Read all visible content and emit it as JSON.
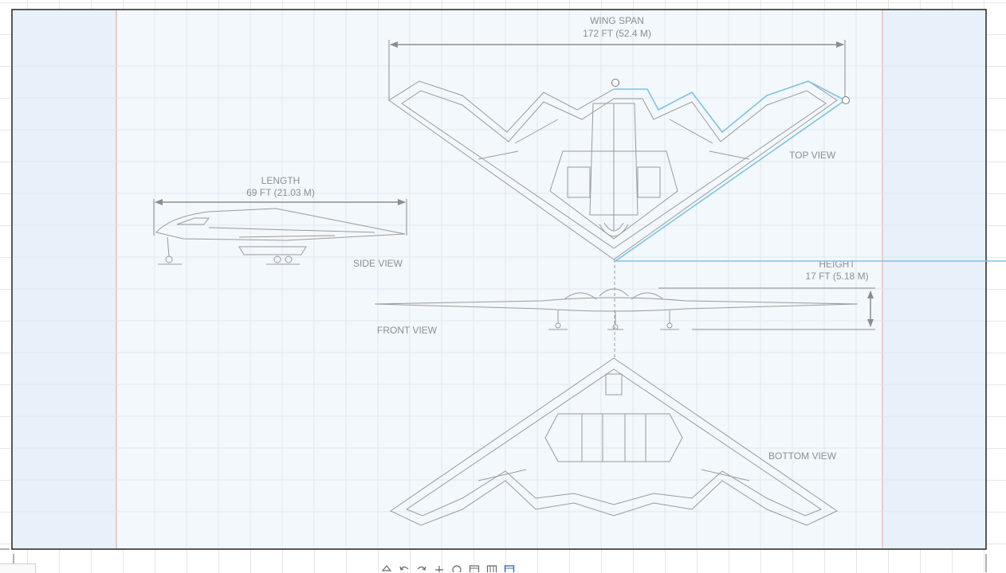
{
  "diagram": {
    "wing_span_title": "WING SPAN",
    "wing_span_value": "172 FT (52.4 M)",
    "length_title": "LENGTH",
    "length_value": "69 FT (21.03 M)",
    "height_title": "HEIGHT",
    "height_value": "17 FT (5.18 M)",
    "top_view_label": "TOP VIEW",
    "side_view_label": "SIDE VIEW",
    "front_view_label": "FRONT VIEW",
    "bottom_view_label": "BOTTOM VIEW"
  },
  "colors": {
    "page_fill": "#f3f8fc",
    "margin_fill": "#e9f2fa",
    "margin_line": "#f19b9b",
    "selection": "#7cc3e4",
    "drawing": "#9a9a9a"
  },
  "toolbar": {
    "icons": [
      "insert-icon",
      "undo-icon",
      "redo-icon",
      "add-icon",
      "format-icon",
      "panel-icon",
      "table-icon",
      "layout-icon"
    ]
  }
}
